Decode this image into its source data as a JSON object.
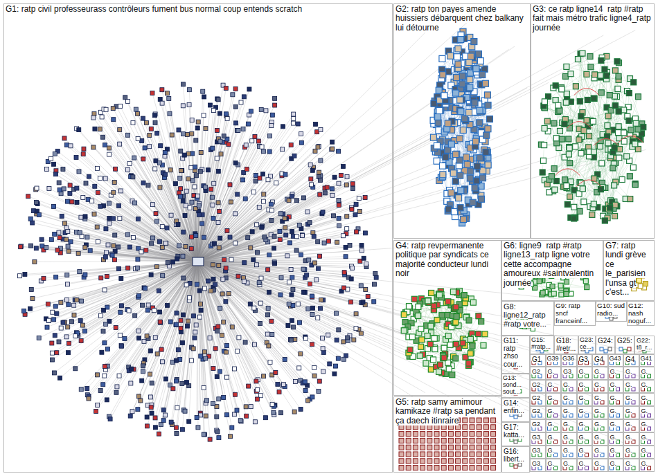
{
  "diagram": {
    "nodes": [
      {
        "text": [
          "G1: ratp civil professeurass contrôleurs fument bus normal coup entends scratch"
        ]
      },
      {
        "text": [
          "G2: ratp ton payes amende huissiers débarquent chez balkany lui détourne"
        ]
      },
      {
        "text": [
          "G3: ce ratp ligne14_ratp #ratp fait mais métro trafic ligne4_ratp journée"
        ]
      },
      {
        "text": [
          "G4: ratp revpermanente politique par syndicats ce majorité conducteur lundi noir"
        ]
      },
      {
        "text": [
          "G5: ratp samy amimour kamikaze #ratp sa pendant ça daech itinraire"
        ]
      },
      {
        "text": [
          "G6: ligne9_ratp #ratp ligne13_ratp ligne votre cette accompagne amoureux #saintvalentin journée"
        ]
      },
      {
        "text": [
          "G7: ratp lundi grève ce le_parisien l'unsa gt c'est..."
        ]
      },
      {
        "text": [
          "G8: ligne12_ratp #ratp votre..."
        ]
      },
      {
        "text": [
          "G9: ratp sncf franceinf..."
        ]
      },
      {
        "text": [
          "G10: sud radio..."
        ]
      },
      {
        "text": [
          "G12: nash noguf..."
        ]
      },
      {
        "text": [
          "G11: ratp zhso cour..."
        ]
      },
      {
        "text": [
          "G15: #ratp..."
        ]
      },
      {
        "text": [
          "G18: #retr..."
        ]
      },
      {
        "text": [
          "G23: ce..."
        ]
      },
      {
        "text": [
          "G24:"
        ]
      },
      {
        "text": [
          "G25:"
        ]
      },
      {
        "text": [
          "G22: t8_r..."
        ]
      },
      {
        "text": [
          "G13: sond... sout..."
        ]
      },
      {
        "text": [
          "G14: enfin..."
        ]
      },
      {
        "text": [
          "G17: katta..."
        ]
      },
      {
        "text": [
          "G16: libert..."
        ]
      },
      {
        "text": [
          "G1"
        ]
      },
      {
        "text": [
          "G39"
        ]
      },
      {
        "text": [
          "G36"
        ]
      },
      {
        "text": [
          "G3"
        ]
      },
      {
        "text": [
          "G4"
        ]
      },
      {
        "text": [
          "G43"
        ]
      },
      {
        "text": [
          "G4"
        ]
      },
      {
        "text": [
          "G41"
        ]
      },
      {
        "text": [
          "G2"
        ]
      },
      {
        "text": [
          "G."
        ]
      },
      {
        "text": [
          "G3"
        ]
      },
      {
        "text": [
          "G."
        ]
      },
      {
        "text": [
          "G."
        ]
      },
      {
        "text": [
          "G."
        ]
      },
      {
        "text": [
          "G."
        ]
      },
      {
        "text": [
          "G."
        ]
      },
      {
        "text": [
          "G2"
        ]
      },
      {
        "text": [
          "G."
        ]
      },
      {
        "text": [
          "G."
        ]
      },
      {
        "text": [
          "G."
        ]
      },
      {
        "text": [
          "G."
        ]
      },
      {
        "text": [
          "G."
        ]
      },
      {
        "text": [
          "G."
        ]
      },
      {
        "text": [
          "G."
        ]
      },
      {
        "text": [
          "G2"
        ]
      },
      {
        "text": [
          "G."
        ]
      },
      {
        "text": [
          "G."
        ]
      },
      {
        "text": [
          "G."
        ]
      },
      {
        "text": [
          "G."
        ]
      },
      {
        "text": [
          "G."
        ]
      },
      {
        "text": [
          "G."
        ]
      },
      {
        "text": [
          "G."
        ]
      },
      {
        "text": [
          "G2"
        ]
      },
      {
        "text": [
          "G."
        ]
      },
      {
        "text": [
          "G."
        ]
      },
      {
        "text": [
          "G."
        ]
      },
      {
        "text": [
          "G."
        ]
      },
      {
        "text": [
          "G."
        ]
      },
      {
        "text": [
          "G."
        ]
      },
      {
        "text": [
          "G."
        ]
      },
      {
        "text": [
          "G2"
        ]
      },
      {
        "text": [
          "G."
        ]
      },
      {
        "text": [
          "G."
        ]
      },
      {
        "text": [
          "G."
        ]
      },
      {
        "text": [
          "G."
        ]
      },
      {
        "text": [
          "G."
        ]
      },
      {
        "text": [
          "G."
        ]
      },
      {
        "text": [
          "G."
        ]
      },
      {
        "text": [
          "G3"
        ]
      },
      {
        "text": [
          "G."
        ]
      },
      {
        "text": [
          "G."
        ]
      },
      {
        "text": [
          "G."
        ]
      },
      {
        "text": [
          "G."
        ]
      },
      {
        "text": [
          "G."
        ]
      },
      {
        "text": [
          "G."
        ]
      },
      {
        "text": [
          "G."
        ]
      },
      {
        "text": [
          "G3"
        ]
      },
      {
        "text": [
          "G."
        ]
      },
      {
        "text": [
          "G."
        ]
      },
      {
        "text": [
          "G."
        ]
      },
      {
        "text": [
          "G."
        ]
      },
      {
        "text": [
          "G."
        ]
      },
      {
        "text": [
          "G."
        ]
      },
      {
        "text": [
          "G."
        ]
      },
      {
        "text": [
          "G3"
        ]
      },
      {
        "text": [
          "G."
        ]
      },
      {
        "text": [
          "G."
        ]
      },
      {
        "text": [
          "G."
        ]
      },
      {
        "text": [
          "G."
        ]
      },
      {
        "text": [
          "G."
        ]
      },
      {
        "text": [
          "G."
        ]
      },
      {
        "text": [
          "G."
        ]
      }
    ]
  }
}
